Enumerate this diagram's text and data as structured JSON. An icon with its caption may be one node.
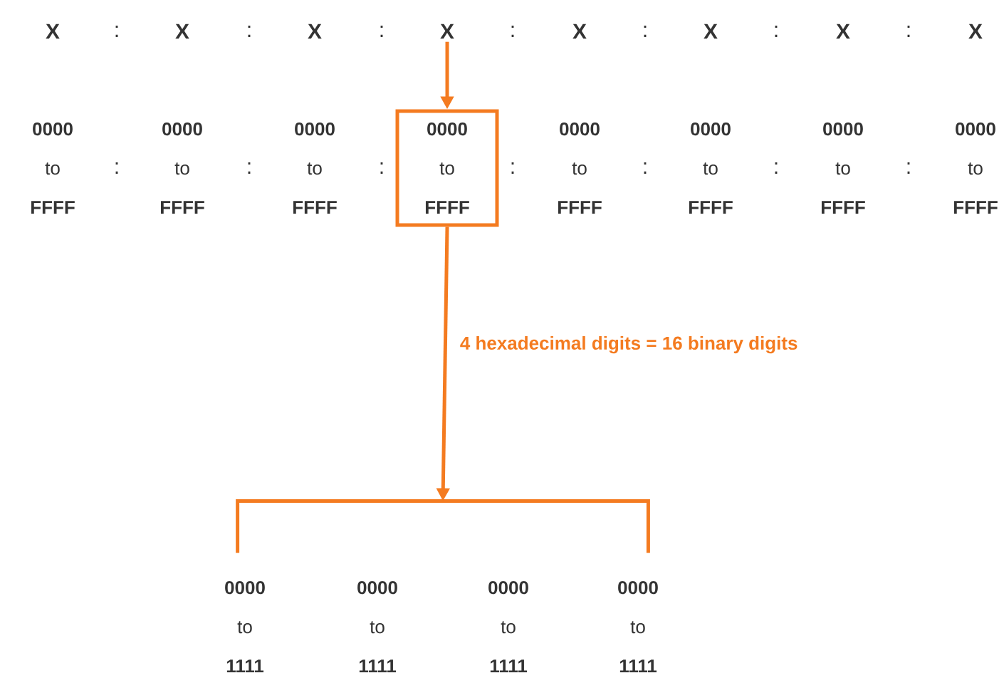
{
  "diagram": {
    "nodes": [
      {
        "text": [
          "X"
        ]
      },
      {
        "text": [
          "**0000** to **FFFF**"
        ]
      },
      {
        "text": [],
        "shape": "bracket"
      }
    ],
    "edges": [
      {
        "from": 0,
        "to": 1,
        "arrow": "to"
      },
      {
        "from": 1,
        "to": 2,
        "arrow": "to",
        "label": "4 hexadecimal digits = 16 binary digits"
      }
    ],
    "labels": [
      "X",
      ":",
      "X",
      ":",
      "X",
      ":",
      ":",
      "X",
      ":",
      "X",
      ":",
      "X",
      ":",
      "X",
      "**0000** to **FFFF**",
      ":",
      "**0000** to **FFFF**",
      ":",
      "**0000** to **FFFF**",
      ":",
      ":",
      "**0000** to **FFFF**",
      ":",
      "**0000** to **FFFF**",
      ":",
      "**0000** to **FFFF**",
      ":",
      "**0000** to **FFFF**",
      "**0000** to **1111**",
      "**0000** to **1111**",
      "**0000** to **1111**",
      "**0000** to **1111**"
    ]
  }
}
